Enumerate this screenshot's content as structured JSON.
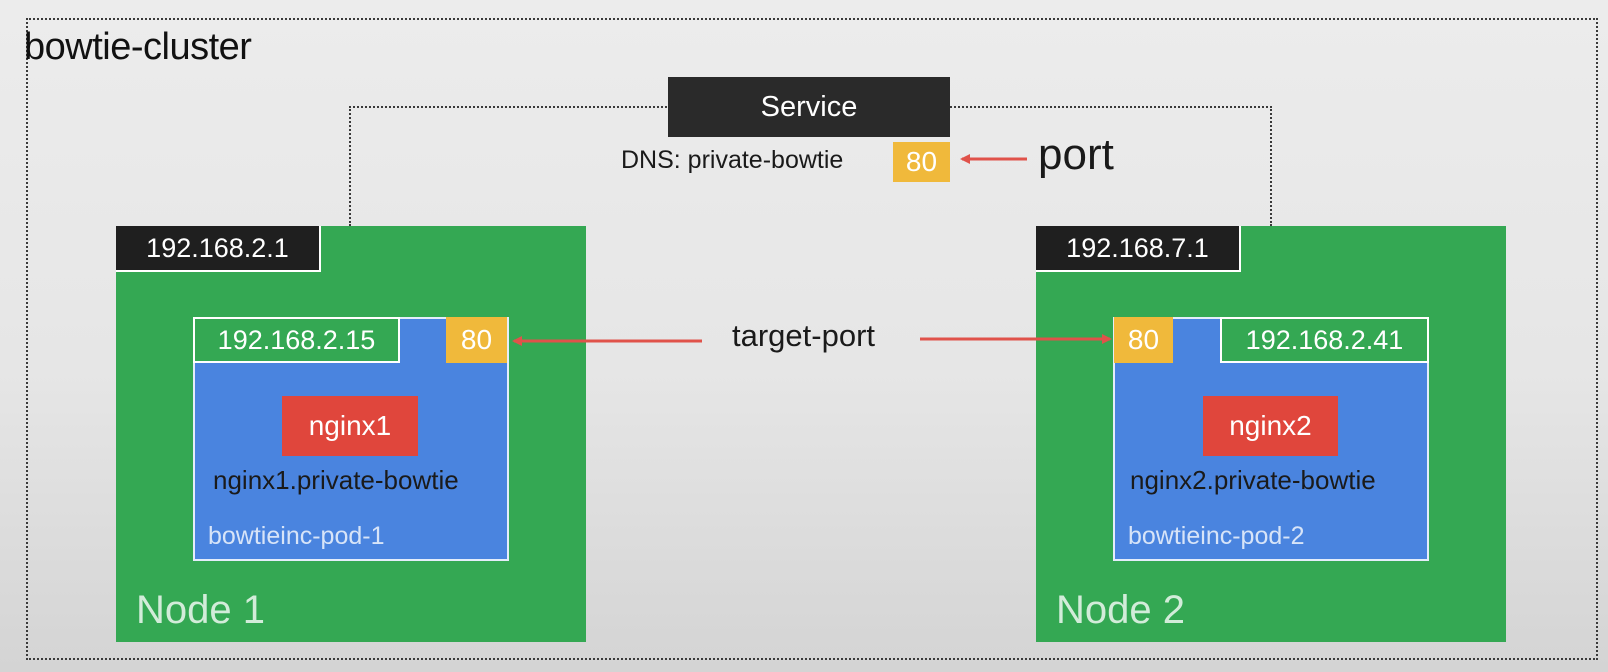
{
  "cluster": {
    "label": "bowtie-cluster"
  },
  "service": {
    "label": "Service",
    "dns": "DNS: private-bowtie",
    "port": "80",
    "port_label": "port"
  },
  "target_port_label": "target-port",
  "nodes": [
    {
      "ip": "192.168.2.1",
      "label": "Node 1",
      "pod": {
        "ip": "192.168.2.15",
        "port": "80",
        "container": "nginx1",
        "dns_name": "nginx1.private-bowtie",
        "name": "bowtieinc-pod-1"
      }
    },
    {
      "ip": "192.168.7.1",
      "label": "Node 2",
      "pod": {
        "ip": "192.168.2.41",
        "port": "80",
        "container": "nginx2",
        "dns_name": "nginx2.private-bowtie",
        "name": "bowtieinc-pod-2"
      }
    }
  ],
  "colors": {
    "node": "#34a853",
    "pod": "#4a84df",
    "port": "#f0b93b",
    "container": "#e0463c",
    "arrow": "#e0524a",
    "label_bg": "#1f1f1f"
  }
}
